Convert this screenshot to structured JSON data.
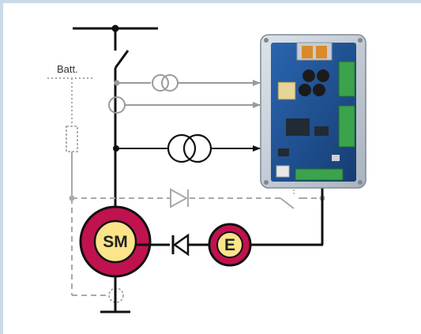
{
  "diagram": {
    "battery_label": "Batt.",
    "motor_label": "SM",
    "exciter_label": "E",
    "colors": {
      "background": "#ffffff",
      "frame_border": "#c9dbe8",
      "line_solid": "#111111",
      "line_gray": "#9a9a9a",
      "line_dashed": "#a9a9a9",
      "machine_fill": "#c0124e",
      "machine_inner": "#fbe48a",
      "board_pcb": "#1f4f91",
      "connector_green": "#3ba34b"
    },
    "icons": [
      "current-transformer-icon",
      "voltage-transformer-icon",
      "diode-icon",
      "switch-icon",
      "fuse-icon",
      "controller-board-icon"
    ]
  }
}
